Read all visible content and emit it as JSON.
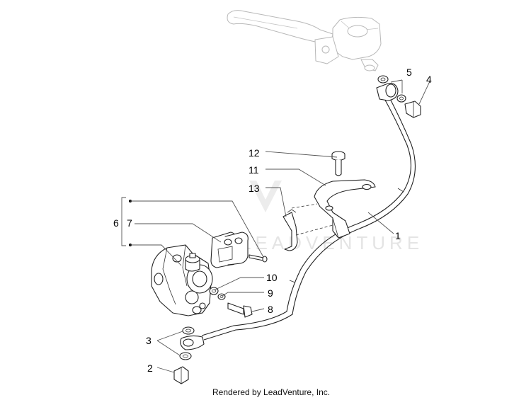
{
  "diagram": {
    "caption": "Rendered by LeadVenture, Inc.",
    "watermark": "LEADVENTURE",
    "callouts": [
      {
        "id": "1",
        "label": "1"
      },
      {
        "id": "2",
        "label": "2"
      },
      {
        "id": "3",
        "label": "3"
      },
      {
        "id": "4",
        "label": "4"
      },
      {
        "id": "5",
        "label": "5"
      },
      {
        "id": "6",
        "label": "6"
      },
      {
        "id": "7",
        "label": "7"
      },
      {
        "id": "8",
        "label": "8"
      },
      {
        "id": "9",
        "label": "9"
      },
      {
        "id": "10",
        "label": "10"
      },
      {
        "id": "11",
        "label": "11"
      },
      {
        "id": "12",
        "label": "12"
      },
      {
        "id": "13",
        "label": "13"
      }
    ]
  }
}
